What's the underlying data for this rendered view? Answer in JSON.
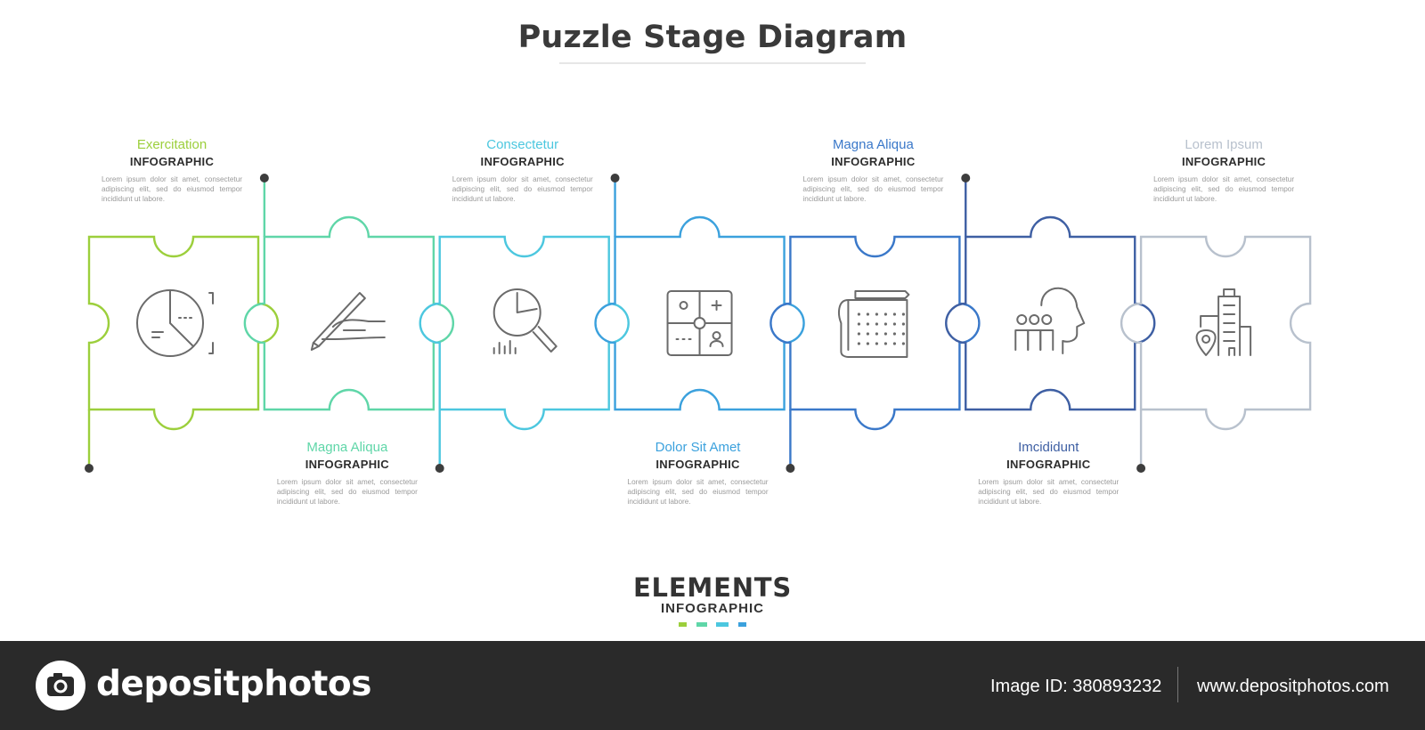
{
  "title": "Puzzle Stage Diagram",
  "body_text": "Lorem ipsum dolor sit amet, consectetur adipiscing elit, sed do eiusmod tempor incididunt ut labore.",
  "subheading": "INFOGRAPHIC",
  "stages": [
    {
      "heading": "Exercitation",
      "color": "#9ccf3c",
      "icon": "pie-chart-icon"
    },
    {
      "heading": "Magna Aliqua",
      "color": "#5fd6a8",
      "icon": "hand-writing-icon"
    },
    {
      "heading": "Consectetur",
      "color": "#4cc7df",
      "icon": "analytics-magnifier-icon"
    },
    {
      "heading": "Dolor Sit Amet",
      "color": "#3ba1dd",
      "icon": "puzzle-pieces-icon"
    },
    {
      "heading": "Magna Aliqua",
      "color": "#3a78c9",
      "icon": "calendar-icon"
    },
    {
      "heading": "Imcididunt",
      "color": "#3e5fa3",
      "icon": "team-head-icon"
    },
    {
      "heading": "Lorem Ipsum",
      "color": "#b8c1cd",
      "icon": "city-location-icon"
    }
  ],
  "footer_logo": {
    "line1": "ELEMENTS",
    "line2": "INFOGRAPHIC",
    "dash_colors": [
      "#9ccf3c",
      "#5fd6a8",
      "#4cc7df",
      "#3ba1dd"
    ]
  },
  "watermark": {
    "brand": "depositphotos",
    "image_id": "Image ID: 380893232",
    "site": "www.depositphotos.com"
  }
}
